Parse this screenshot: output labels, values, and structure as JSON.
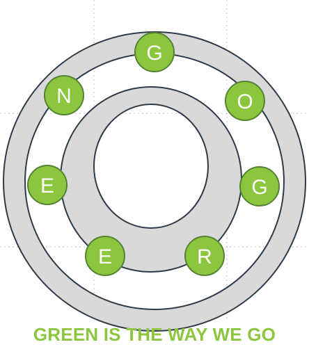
{
  "colors": {
    "ring_fill": "#d9d9d9",
    "outline": "#2e3a4a",
    "ball_fill": "#8cc63f",
    "ball_stroke": "#548235",
    "ball_text": "#ffffff",
    "guide": "#bfbfbf",
    "caption": "#8cc63f"
  },
  "balls": [
    {
      "letter": "G"
    },
    {
      "letter": "O"
    },
    {
      "letter": "G"
    },
    {
      "letter": "R"
    },
    {
      "letter": "E"
    },
    {
      "letter": "E"
    },
    {
      "letter": "N"
    }
  ],
  "caption": "GREEN IS THE WAY WE GO"
}
